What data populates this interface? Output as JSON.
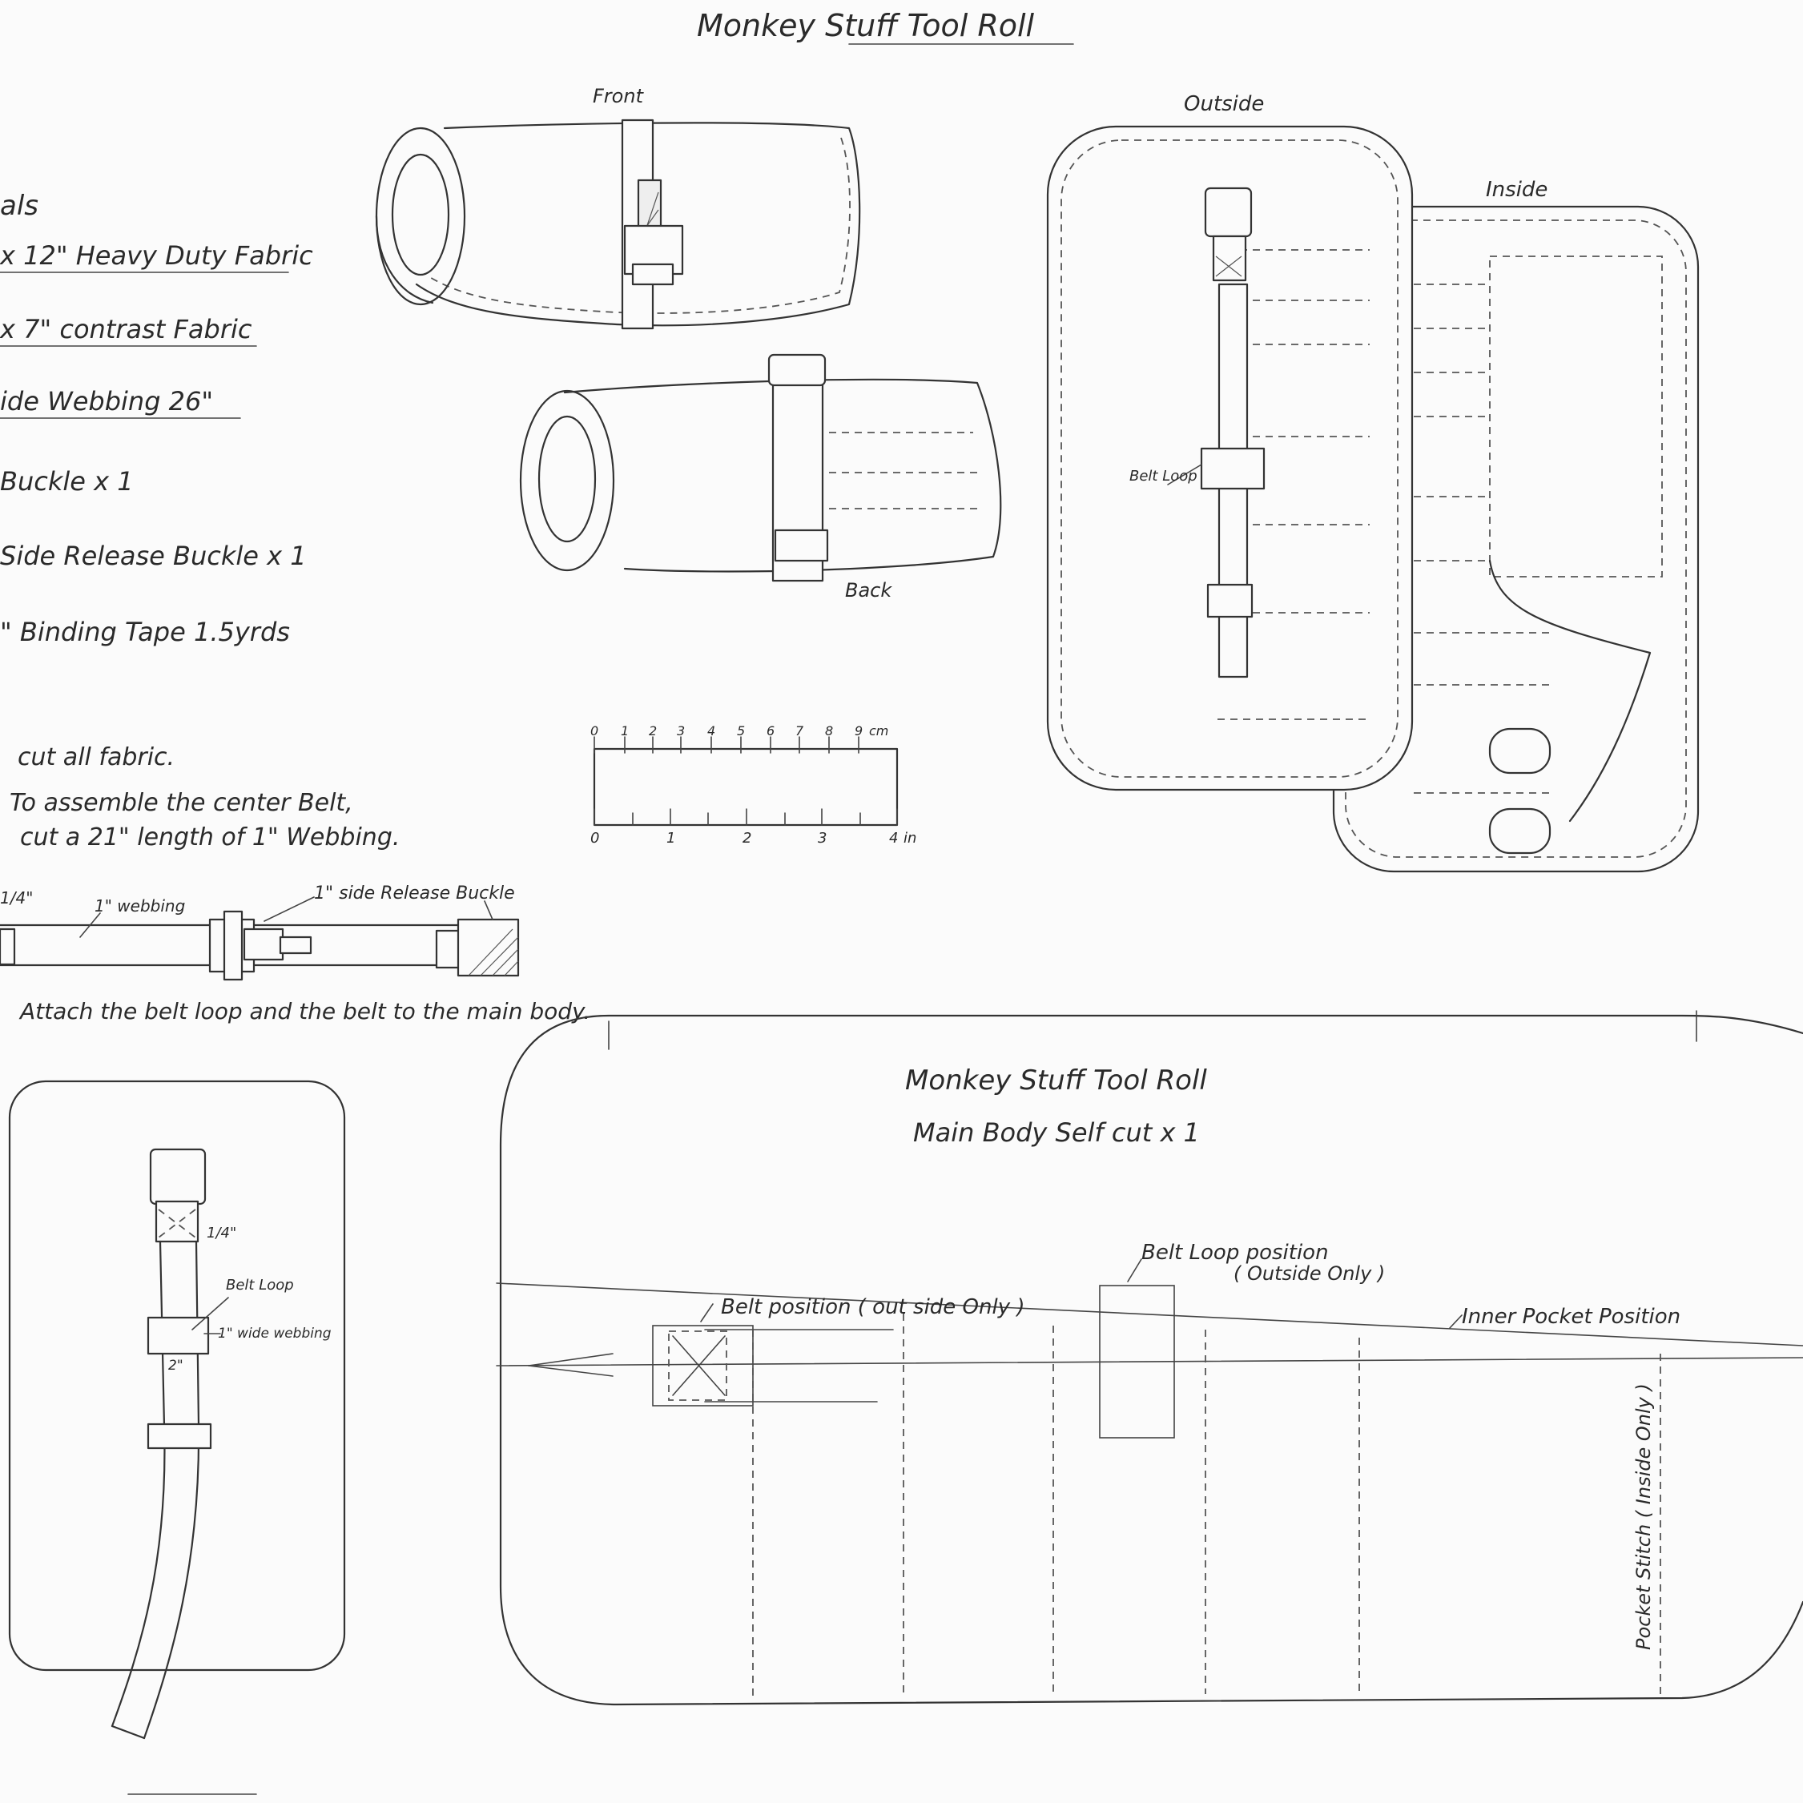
{
  "title": "Monkey Stuff Tool Roll",
  "views": {
    "front": "Front",
    "back": "Back",
    "outside": "Outside",
    "inside": "Inside",
    "belt_loop_small": "Belt Loop"
  },
  "materials": {
    "heading": "als",
    "items": [
      "x 12\" Heavy Duty Fabric",
      "x 7\" contrast Fabric",
      "ide Webbing 26\"",
      "Buckle x 1",
      "Side Release Buckle x 1",
      "\" Binding Tape 1.5yrds"
    ]
  },
  "steps": {
    "s1": "cut all fabric.",
    "s2a": "To assemble the center Belt,",
    "s2b": "cut a 21\" length of 1\" Webbing.",
    "s3": "Attach the belt loop and the belt to the main body."
  },
  "belt_diagram": {
    "webbing": "1\" webbing",
    "buckle": "1\" side Release Buckle",
    "end_label": "1/4\""
  },
  "ruler": {
    "cm_ticks": [
      "0",
      "1",
      "2",
      "3",
      "4",
      "5",
      "6",
      "7",
      "8",
      "9"
    ],
    "cm_unit": "cm",
    "in_ticks": [
      "0",
      "1",
      "2",
      "3",
      "4"
    ],
    "in_unit": "in"
  },
  "detail_panel": {
    "quarter": "1/4\"",
    "belt_loop": "Belt Loop",
    "wide_webbing": "1\" wide webbing",
    "two_inch": "2\""
  },
  "pattern": {
    "title": "Monkey Stuff Tool Roll",
    "subtitle": "Main Body Self cut x 1",
    "belt_position": "Belt position ( out side Only )",
    "belt_loop_position": "Belt Loop position",
    "belt_loop_position_note": "( Outside Only )",
    "inner_pocket": "Inner Pocket Position",
    "pocket_stitch": "Pocket Stitch ( Inside Only )"
  }
}
